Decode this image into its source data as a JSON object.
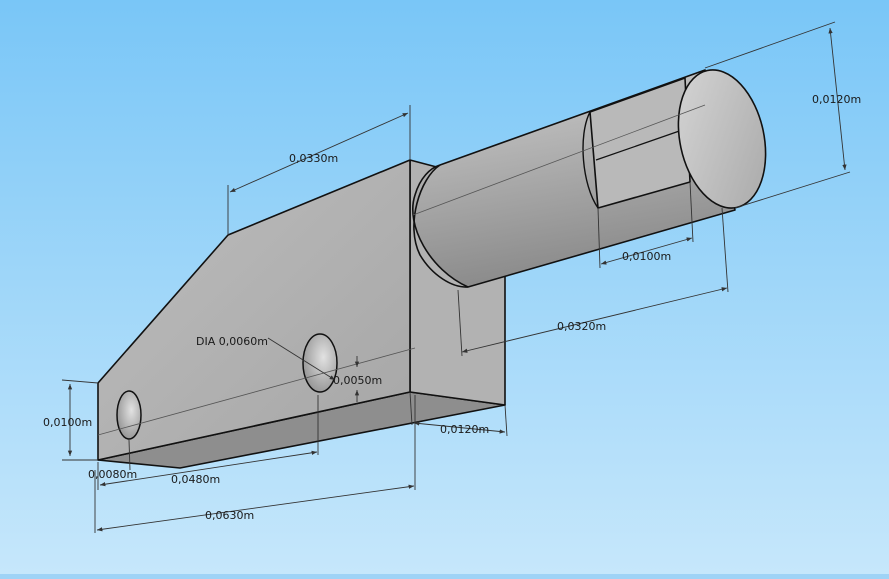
{
  "colors": {
    "sky_top": "#79c6f7",
    "sky_bottom": "#c6e7fb",
    "part_light": "#c4c4c4",
    "part_mid": "#a9a9a9",
    "part_dark": "#7d7d7d",
    "edge": "#111111",
    "dim_line": "#333333"
  },
  "dimensions": {
    "plate_top_length": "0,0330m",
    "cylinder_diameter": "0,0120m",
    "flat_length": "0,0100m",
    "cylinder_length": "0,0320m",
    "hole_diameter": "DIA 0,0060m",
    "hole_offset": "0,0050m",
    "plate_height": "0,0100m",
    "end_offset": "0,0080m",
    "hole_spacing": "0,0480m",
    "plate_thickness": "0,0120m",
    "total_length": "0,0630m"
  }
}
